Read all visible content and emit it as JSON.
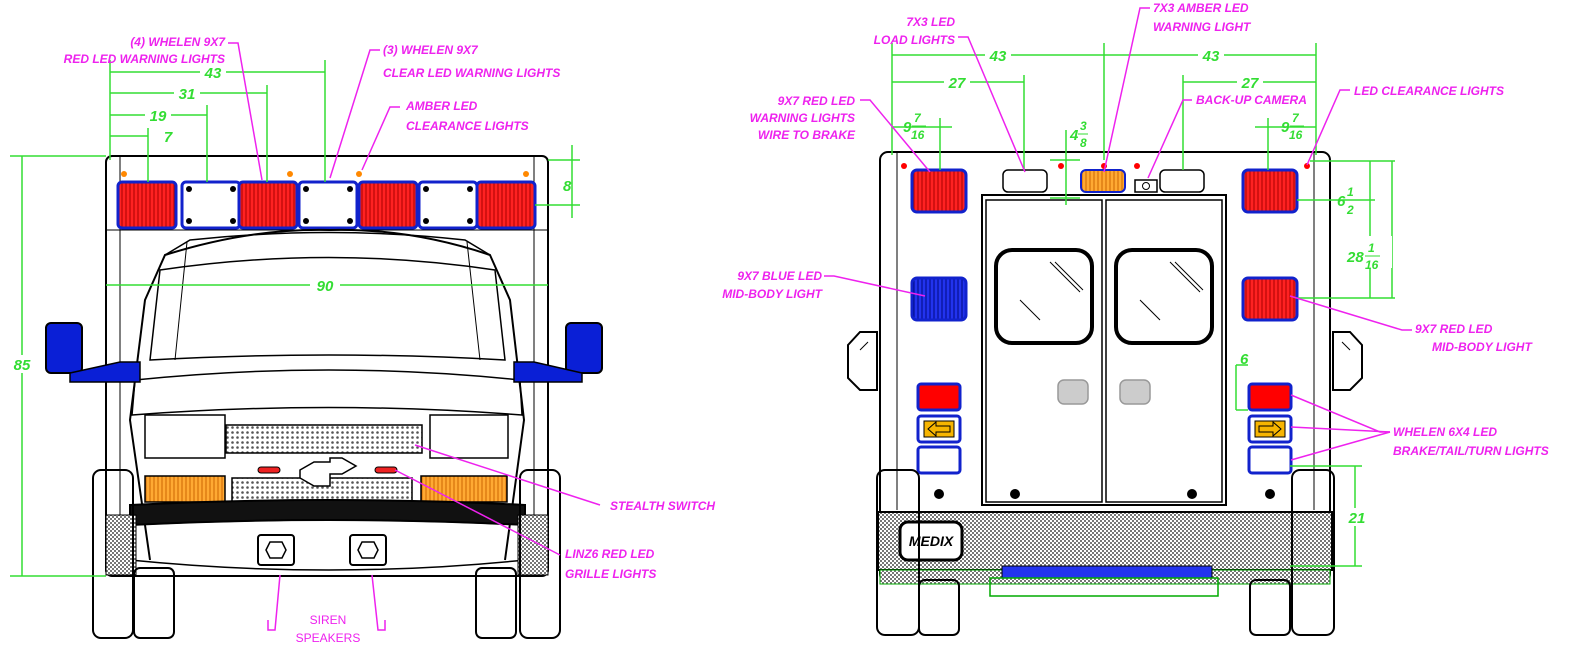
{
  "colors": {
    "dimension_green": "#33dd33",
    "callout_magenta": "#ee22ee",
    "outline": "#000000",
    "light_red": "#ee1111",
    "light_blue": "#0a1fd6",
    "light_amber": "#ff9911",
    "mirror_blue": "#0a1fd6"
  },
  "front_view": {
    "callouts": {
      "red_warning_1": "(4) WHELEN 9X7",
      "red_warning_2": "RED LED WARNING LIGHTS",
      "clear_warning_1": "(3) WHELEN 9X7",
      "clear_warning_2": "CLEAR LED WARNING LIGHTS",
      "amber_clearance_1": "AMBER LED",
      "amber_clearance_2": "CLEARANCE LIGHTS",
      "stealth_switch": "STEALTH SWITCH",
      "grille_1": "LINZ6 RED LED",
      "grille_2": "GRILLE LIGHTS",
      "siren_1": "SIREN",
      "siren_2": "SPEAKERS"
    },
    "dimensions": {
      "d43": "43",
      "d31": "31",
      "d19": "19",
      "d7": "7",
      "d8": "8",
      "d90": "90",
      "d85": "85"
    }
  },
  "rear_view": {
    "callouts": {
      "load_1": "7X3 LED",
      "load_2": "LOAD LIGHTS",
      "amber_1": "7X3 AMBER LED",
      "amber_2": "WARNING LIGHT",
      "camera": "BACK-UP CAMERA",
      "clearance": "LED CLEARANCE LIGHTS",
      "red_brake_1": "9X7 RED LED",
      "red_brake_2": "WARNING LIGHTS",
      "red_brake_3": "WIRE TO BRAKE",
      "blue_mid_1": "9X7 BLUE LED",
      "blue_mid_2": "MID-BODY LIGHT",
      "red_mid_1": "9X7 RED LED",
      "red_mid_2": "MID-BODY LIGHT",
      "whelen_1": "WHELEN 6X4 LED",
      "whelen_2": "BRAKE/TAIL/TURN LIGHTS",
      "medix": "MEDIX"
    },
    "dimensions": {
      "d43a": "43",
      "d43b": "43",
      "d27a": "27",
      "d27b": "27",
      "frac_l_whole": "9",
      "frac_l_num": "7",
      "frac_l_den": "16",
      "frac_r_whole": "9",
      "frac_r_num": "7",
      "frac_r_den": "16",
      "frac_c_whole": "4",
      "frac_c_num": "3",
      "frac_c_den": "8",
      "frac_6_whole": "6",
      "frac_6_num": "1",
      "frac_6_den": "2",
      "frac_28_whole": "28",
      "frac_28_num": "1",
      "frac_28_den": "16",
      "d6": "6",
      "d21": "21"
    }
  }
}
